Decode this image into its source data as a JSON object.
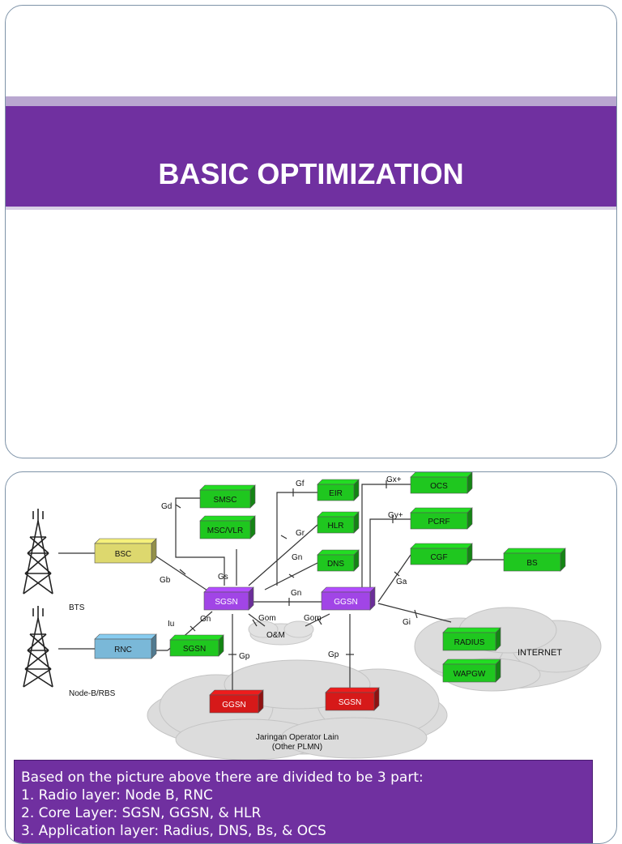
{
  "slide1": {
    "title": "BASIC OPTIMIZATION"
  },
  "diagram": {
    "nodes": {
      "smsc": "SMSC",
      "msc": "MSC/VLR",
      "eir": "EIR",
      "hlr": "HLR",
      "dns": "DNS",
      "ocs": "OCS",
      "pcrf": "PCRF",
      "cgf": "CGF",
      "bs": "BS",
      "bsc": "BSC",
      "rnc": "RNC",
      "sgsn": "SGSN",
      "ggsn": "GGSN",
      "sgsn2": "SGSN",
      "ggsn_red": "GGSN",
      "sgsn_red": "SGSN",
      "radius": "RADIUS",
      "wapgw": "WAPGW"
    },
    "interfaces": {
      "gd": "Gd",
      "gf": "Gf",
      "gs": "Gs",
      "gr": "Gr",
      "gn1": "Gn",
      "gn2": "Gn",
      "gn3": "Gn",
      "gb": "Gb",
      "iu": "Iu",
      "gom1": "Gom",
      "gom2": "Gom",
      "gp1": "Gp",
      "gp2": "Gp",
      "gxplus": "Gx+",
      "gyplus": "Gy+",
      "ga": "Ga",
      "gi": "Gi"
    },
    "labels": {
      "bts": "BTS",
      "nodeb": "Node-B/RBS",
      "om": "O&M",
      "internet": "INTERNET",
      "operator_line1": "Jaringan Operator Lain",
      "operator_line2": "(Other PLMN)"
    },
    "colors": {
      "green": "#22dd22",
      "purple": "#b34dff",
      "red": "#ee1c1c",
      "yellow": "#f5f07a",
      "blue": "#87ccf0"
    }
  },
  "caption": {
    "lines": [
      "Based on the picture above there are divided to be 3 part:",
      "1.  Radio layer: Node B, RNC",
      "2.  Core Layer: SGSN, GGSN, & HLR",
      "3.  Application layer: Radius, DNS, Bs, & OCS"
    ]
  }
}
